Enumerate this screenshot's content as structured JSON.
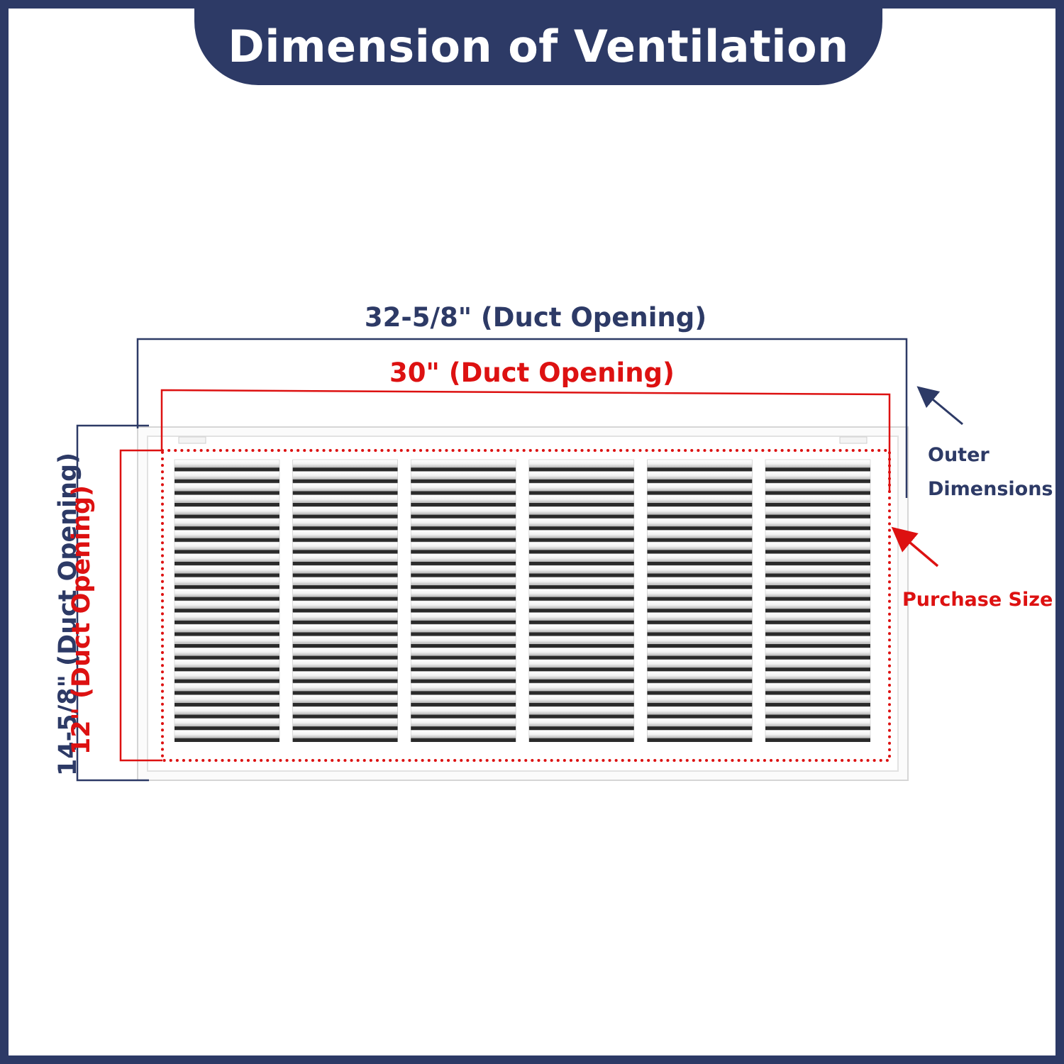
{
  "title": "Dimension of Ventilation",
  "dimensions": {
    "outer_width": "32-5/8\" (Duct Opening)",
    "inner_width": "30\" (Duct Opening)",
    "outer_height": "14-5/8\" (Duct Opening)",
    "inner_height": "12\" (Duct Opening)"
  },
  "notes": {
    "outer_line1": "Outer",
    "outer_line2": "Dimensions",
    "purchase": "Purchase Size!"
  },
  "colors": {
    "navy": "#2d3a66",
    "red": "#dd1111",
    "grille": "#ffffff"
  },
  "grille": {
    "columns": 6,
    "louvers_per_column": 24
  }
}
